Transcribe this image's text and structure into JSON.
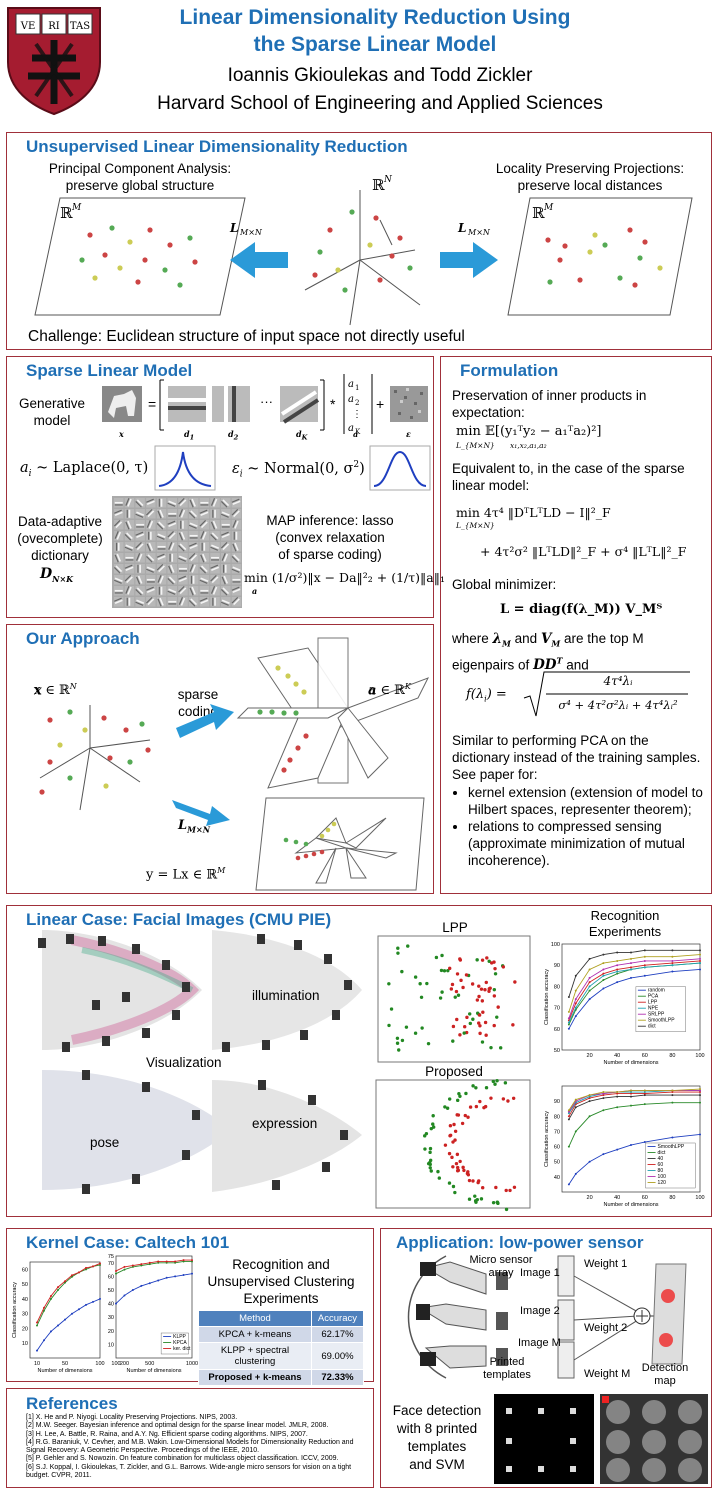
{
  "header": {
    "title_line1": "Linear Dimensionality Reduction Using",
    "title_line2": "the Sparse Linear Model",
    "authors": "Ioannis Gkioulekas and Todd Zickler",
    "affiliation": "Harvard School of Engineering and Applied Sciences",
    "shield_letters": [
      "VE",
      "RI",
      "TAS"
    ]
  },
  "colors": {
    "heading": "#1f6fb5",
    "border": "#a0303a",
    "arrow": "#2a9ad8"
  },
  "unsupervised": {
    "heading": "Unsupervised Linear Dimensionality Reduction",
    "pca_caption": "Principal Component Analysis:\npreserve global structure",
    "lpp_caption": "Locality Preserving Projections:\npreserve local distances",
    "rm_label": "ℝ",
    "rm_sup": "M",
    "rn_label": "ℝ",
    "rn_sup": "N",
    "map_label": "L",
    "map_sub": "M×N",
    "challenge": "Challenge: Euclidean structure of input space not directly useful"
  },
  "sparse_model": {
    "heading": "Sparse Linear Model",
    "generative_label": "Generative\nmodel",
    "eq_labels": [
      "x",
      "d",
      "d",
      "d",
      "a",
      "ε"
    ],
    "eq_subs": [
      "",
      "1",
      "2",
      "K",
      "",
      ""
    ],
    "coef_entries": [
      "a",
      "a",
      "⋮",
      "a"
    ],
    "coef_subs": [
      "1",
      "2",
      "",
      "K"
    ],
    "laplace_eq": "a",
    "laplace_sub": "i",
    "laplace_rhs": " ~ Laplace(0, τ)",
    "normal_eq": "ε",
    "normal_sub": "i",
    "normal_rhs": " ~ Normal(0, σ",
    "normal_tail": ")",
    "dict_label": "Data-adaptive\n(ovecomplete)\ndictionary",
    "dict_symbol": "D",
    "dict_sub": "N×K",
    "map_label": "MAP inference: lasso\n(convex relaxation\nof sparse coding)",
    "map_eq": "min (1/σ²)‖x − Da‖²₂ + (1/τ)‖a‖₁",
    "map_under": "a"
  },
  "formulation": {
    "heading": "Formulation",
    "p1": "Preservation of inner products in expectation:",
    "eq1": "min  𝔼[(y₁ᵀy₂ − a₁ᵀa₂)²]",
    "eq1_under": "L_{M×N}",
    "eq1_sub": "x₁,x₂,a₁,a₂",
    "p2": "Equivalent to, in the case of the sparse linear model:",
    "eq2a": "min 4τ⁴ ‖DᵀLᵀLD − I‖²_F",
    "eq2a_under": "L_{M×N}",
    "eq2b": "+ 4τ²σ² ‖LᵀLD‖²_F + σ⁴ ‖LᵀL‖²_F",
    "p3": "Global minimizer:",
    "eq3": "L = diag(f(λ_M)) V_Mᵀ",
    "p4_pre": "where",
    "p4_sym1": "λ",
    "p4_sym1_sub": "M",
    "p4_and": "and",
    "p4_sym2": "V",
    "p4_sym2_sub": "M",
    "p4_post": "are the top M",
    "p4_line2": "eigenpairs of",
    "p4_dd": "DD",
    "p4_dd_sup": "T",
    "p4_and2": "and",
    "eq4_lhs": "f(λ",
    "eq4_lhs_sub": "i",
    "eq4_lhs_end": ") =",
    "eq4_num": "4τ⁴λᵢ",
    "eq4_den": "σ⁴ + 4τ²σ²λᵢ + 4τ⁴λᵢ²",
    "p5": "Similar to performing PCA on the dictionary instead of the training samples. See paper for:",
    "bullets": [
      "kernel extension (extension of model to Hilbert spaces, representer theorem);",
      "relations to compressed sensing (approximate minimization of mutual incoherence)."
    ]
  },
  "approach": {
    "heading": "Our Approach",
    "x_label": "x ∈ ℝ",
    "x_sup": "N",
    "a_label": "a ∈ ℝ",
    "a_sup": "K",
    "sparse_label": "sparse\ncoding",
    "L_label": "L",
    "L_sub": "M×N",
    "y_label": "y = Lx ∈ ℝ",
    "y_sup": "M"
  },
  "linear_case": {
    "heading": "Linear Case: Facial Images (CMU PIE)",
    "illumination": "illumination",
    "visualization": "Visualization",
    "expression": "expression",
    "pose": "pose",
    "lpp_title": "LPP",
    "proposed_title": "Proposed",
    "recog_title": "Recognition\nExperiments",
    "chart_xlabel": "Number of dimensions",
    "chart_ylabel": "Classification accuracy"
  },
  "kernel_case": {
    "heading": "Kernel Case: Caltech 101",
    "recog_title": "Recognition and\nUnsupervised Clustering\nExperiments",
    "chart_xlabel": "Number of dimensions",
    "chart_ylabel": "Classification accuracy",
    "table_headers": [
      "Method",
      "Accuracy"
    ],
    "table_rows": [
      [
        "KPCA + k-means",
        "62.17%"
      ],
      [
        "KLPP + spectral clustering",
        "69.00%"
      ],
      [
        "Proposed + k-means",
        "72.33%"
      ]
    ]
  },
  "application": {
    "heading": "Application: low-power sensor",
    "micro_sensor": "Micro sensor\narray",
    "image1": "Image 1",
    "image2": "Image 2",
    "imageM": "Image M",
    "weight1": "Weight 1",
    "weight2": "Weight 2",
    "weightM": "Weight M",
    "printed": "Printed\ntemplates",
    "detection": "Detection\nmap",
    "face_detection": "Face detection\nwith 8 printed\ntemplates\nand SVM"
  },
  "references": {
    "heading": "References",
    "items": [
      "[1] X. He and P. Niyogi. Locality Preserving Projections. NIPS, 2003.",
      "[2] M.W. Seeger. Bayesian inference and optimal design for the sparse linear model. JMLR, 2008.",
      "[3] H. Lee, A. Battle, R. Raina, and A.Y. Ng. Efficient sparse coding algorithms. NIPS, 2007.",
      "[4] R.G. Baraniuk, V. Cevher, and M.B. Wakin. Low-Dimensional Models for Dimensionality Reduction and Signal Recovery: A Geometric Perspective. Proceedings of the IEEE, 2010.",
      "[5] P. Gehler and S. Nowozin. On feature combination for multiclass object classification. ICCV, 2009.",
      "[6] S.J. Koppal, I. Gkioulekas, T. Zickler, and G.L. Barrows. Wide-angle micro sensors for vision on a tight budget. CVPR, 2011."
    ]
  },
  "chart_data": [
    {
      "type": "line",
      "title": "",
      "xlabel": "Number of dimensions",
      "ylabel": "Classification accuracy",
      "x": [
        5,
        10,
        20,
        30,
        40,
        50,
        60,
        80,
        100
      ],
      "xlim": [
        0,
        100
      ],
      "ylim": [
        50,
        100
      ],
      "xticks": [
        20,
        40,
        60,
        80,
        100
      ],
      "yticks": [
        50,
        60,
        70,
        80,
        90,
        100
      ],
      "legend": "right",
      "series": [
        {
          "name": "random",
          "color": "#1f3fc0",
          "values": [
            60,
            66,
            74,
            79,
            82,
            84,
            85,
            87,
            88
          ]
        },
        {
          "name": "PCA",
          "color": "#2a8a2a",
          "values": [
            62,
            69,
            78,
            83,
            86,
            88,
            89,
            90,
            91
          ]
        },
        {
          "name": "LPP",
          "color": "#d02020",
          "values": [
            64,
            72,
            82,
            86,
            88,
            89,
            90,
            91,
            92
          ]
        },
        {
          "name": "NPE",
          "color": "#20a0b0",
          "values": [
            63,
            70,
            80,
            85,
            87,
            88,
            89,
            90,
            91
          ]
        },
        {
          "name": "SRLPP",
          "color": "#b030b0",
          "values": [
            65,
            74,
            84,
            88,
            90,
            91,
            92,
            92,
            93
          ]
        },
        {
          "name": "SmoothLPP",
          "color": "#b0a020",
          "values": [
            68,
            78,
            88,
            91,
            92,
            93,
            94,
            94,
            95
          ]
        },
        {
          "name": "dict",
          "color": "#333333",
          "values": [
            75,
            85,
            93,
            95,
            96,
            96,
            97,
            97,
            97
          ]
        }
      ]
    },
    {
      "type": "line",
      "title": "",
      "xlabel": "Number of dimensions",
      "ylabel": "Classification accuracy",
      "x": [
        5,
        10,
        20,
        30,
        40,
        50,
        60,
        80,
        100
      ],
      "xlim": [
        0,
        100
      ],
      "ylim": [
        30,
        100
      ],
      "xticks": [
        20,
        40,
        60,
        80,
        100
      ],
      "yticks": [
        40,
        50,
        60,
        70,
        80,
        90
      ],
      "legend": "bottom-right",
      "series": [
        {
          "name": "SmoothLPP",
          "color": "#1f3fc0",
          "values": [
            35,
            42,
            50,
            55,
            58,
            61,
            63,
            66,
            68
          ]
        },
        {
          "name": "dict",
          "color": "#2a8a2a",
          "values": [
            60,
            70,
            80,
            84,
            86,
            87,
            88,
            89,
            89
          ]
        },
        {
          "name": "40",
          "color": "#333333",
          "values": [
            78,
            86,
            90,
            92,
            93,
            93,
            94,
            94,
            94
          ]
        },
        {
          "name": "60",
          "color": "#d02020",
          "values": [
            80,
            88,
            92,
            94,
            95,
            95,
            95,
            96,
            96
          ]
        },
        {
          "name": "80",
          "color": "#20a0b0",
          "values": [
            82,
            89,
            93,
            95,
            96,
            96,
            96,
            97,
            97
          ]
        },
        {
          "name": "100",
          "color": "#b030b0",
          "values": [
            83,
            90,
            94,
            95,
            96,
            97,
            97,
            97,
            97
          ]
        },
        {
          "name": "120",
          "color": "#b0a020",
          "values": [
            84,
            91,
            94,
            96,
            96,
            97,
            97,
            97,
            98
          ]
        }
      ]
    },
    {
      "type": "line",
      "title": "",
      "xlabel": "Number of dimensions",
      "ylabel": "Classification accuracy",
      "x": [
        10,
        20,
        30,
        40,
        50,
        60,
        70,
        80,
        90,
        100
      ],
      "xlim": [
        0,
        100
      ],
      "ylim": [
        0,
        65
      ],
      "xticks": [
        10,
        50,
        100
      ],
      "yticks": [
        10,
        20,
        30,
        40,
        50,
        60
      ],
      "series": [
        {
          "name": "KLPP",
          "color": "#1f3fc0",
          "values": [
            5,
            12,
            18,
            22,
            26,
            30,
            33,
            36,
            38,
            40
          ]
        },
        {
          "name": "KPCA",
          "color": "#2a8a2a",
          "values": [
            22,
            32,
            40,
            46,
            51,
            55,
            58,
            60,
            62,
            63
          ]
        },
        {
          "name": "ker. dict",
          "color": "#d02020",
          "values": [
            24,
            34,
            42,
            48,
            52,
            56,
            58,
            61,
            62,
            64
          ]
        }
      ]
    },
    {
      "type": "line",
      "title": "",
      "xlabel": "Number of dimensions",
      "ylabel": "",
      "x": [
        100,
        200,
        300,
        400,
        500,
        600,
        700,
        800,
        900,
        1000
      ],
      "xlim": [
        100,
        1000
      ],
      "ylim": [
        0,
        75
      ],
      "xticks": [
        100,
        200,
        500,
        1000
      ],
      "yticks": [
        10,
        20,
        30,
        40,
        50,
        60,
        70,
        75
      ],
      "legend": "bottom-right",
      "series": [
        {
          "name": "KLPP",
          "color": "#1f3fc0",
          "values": [
            40,
            46,
            50,
            53,
            55,
            57,
            59,
            60,
            61,
            62
          ]
        },
        {
          "name": "KPCA",
          "color": "#2a8a2a",
          "values": [
            62,
            65,
            67,
            68,
            69,
            70,
            70,
            70,
            71,
            71
          ]
        },
        {
          "name": "ker. dict",
          "color": "#d02020",
          "values": [
            64,
            67,
            68,
            69,
            70,
            71,
            71,
            71,
            72,
            72
          ]
        }
      ]
    }
  ]
}
